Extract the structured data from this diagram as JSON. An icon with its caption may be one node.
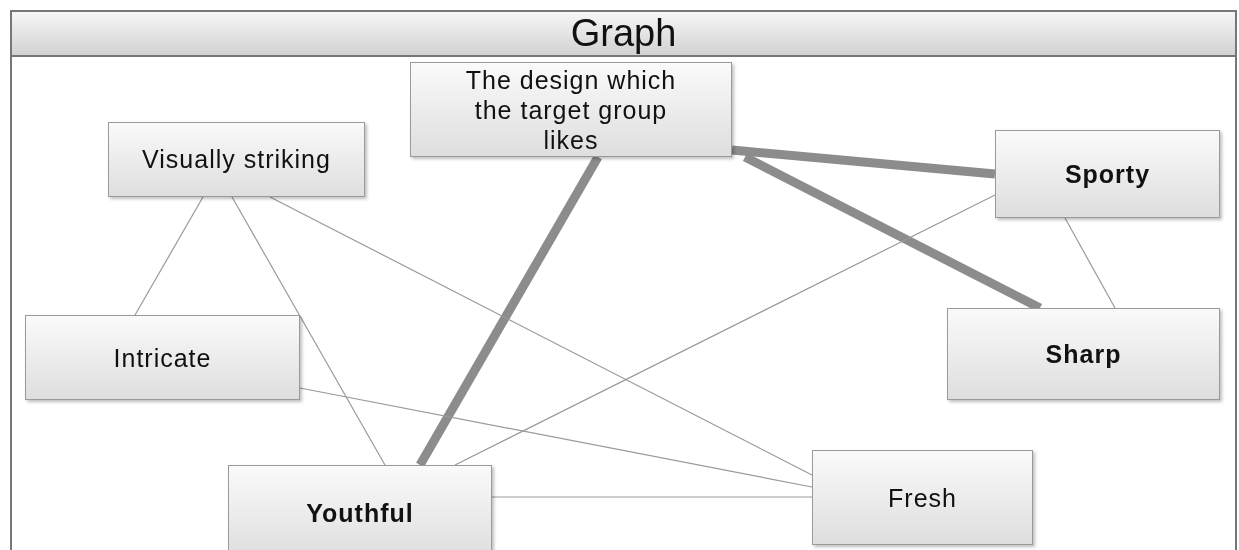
{
  "diagram": {
    "title": "Graph",
    "nodes": [
      {
        "text": [
          "The design which the target group likes"
        ]
      },
      {
        "text": [
          "Visually striking"
        ]
      },
      {
        "text": [
          "Sporty"
        ]
      },
      {
        "text": [
          "Intricate"
        ]
      },
      {
        "text": [
          "Sharp"
        ]
      },
      {
        "text": [
          "Youthful"
        ]
      },
      {
        "text": [
          "Fresh"
        ]
      }
    ],
    "edges": [
      {
        "from": 0,
        "to": 5,
        "arrow": "none",
        "style": "thick"
      },
      {
        "from": 0,
        "to": 2,
        "arrow": "none",
        "style": "thick"
      },
      {
        "from": 0,
        "to": 4,
        "arrow": "none",
        "style": "thick"
      },
      {
        "from": 1,
        "to": 3,
        "arrow": "none"
      },
      {
        "from": 1,
        "to": 5,
        "arrow": "none"
      },
      {
        "from": 1,
        "to": 6,
        "arrow": "none"
      },
      {
        "from": 3,
        "to": 6,
        "arrow": "none"
      },
      {
        "from": 5,
        "to": 2,
        "arrow": "none"
      },
      {
        "from": 5,
        "to": 6,
        "arrow": "none"
      },
      {
        "from": 2,
        "to": 4,
        "arrow": "none"
      }
    ]
  }
}
